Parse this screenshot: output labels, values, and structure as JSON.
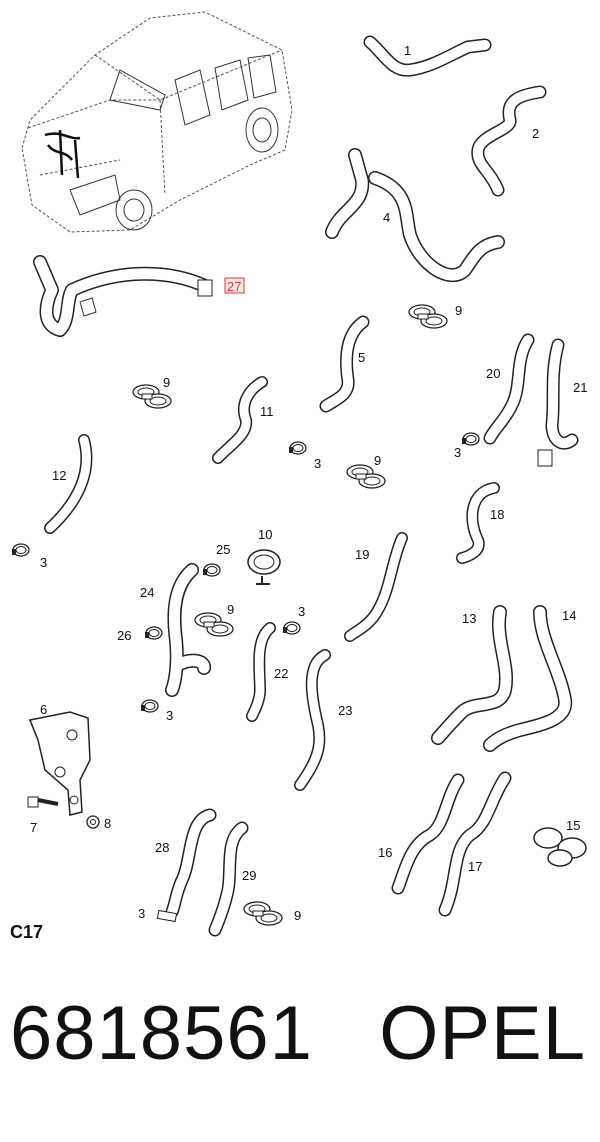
{
  "labels": {
    "p1": "1",
    "p2": "2",
    "p3a": "3",
    "p3b": "3",
    "p3c": "3",
    "p3d": "3",
    "p3e": "3",
    "p3f": "3",
    "p4": "4",
    "p5": "5",
    "p6": "6",
    "p7": "7",
    "p8": "8",
    "p9a": "9",
    "p9b": "9",
    "p9c": "9",
    "p9d": "9",
    "p9e": "9",
    "p10": "10",
    "p11": "11",
    "p12": "12",
    "p13": "13",
    "p14": "14",
    "p15": "15",
    "p16": "16",
    "p17": "17",
    "p18": "18",
    "p19": "19",
    "p20": "20",
    "p21": "21",
    "p22": "22",
    "p23": "23",
    "p24": "24",
    "p25": "25",
    "p26": "26",
    "p27": "27",
    "p28": "28",
    "p29": "29"
  },
  "highlight_color": "#d33",
  "section_code": "C17",
  "part_number": "6818561",
  "brand": "OPEL"
}
